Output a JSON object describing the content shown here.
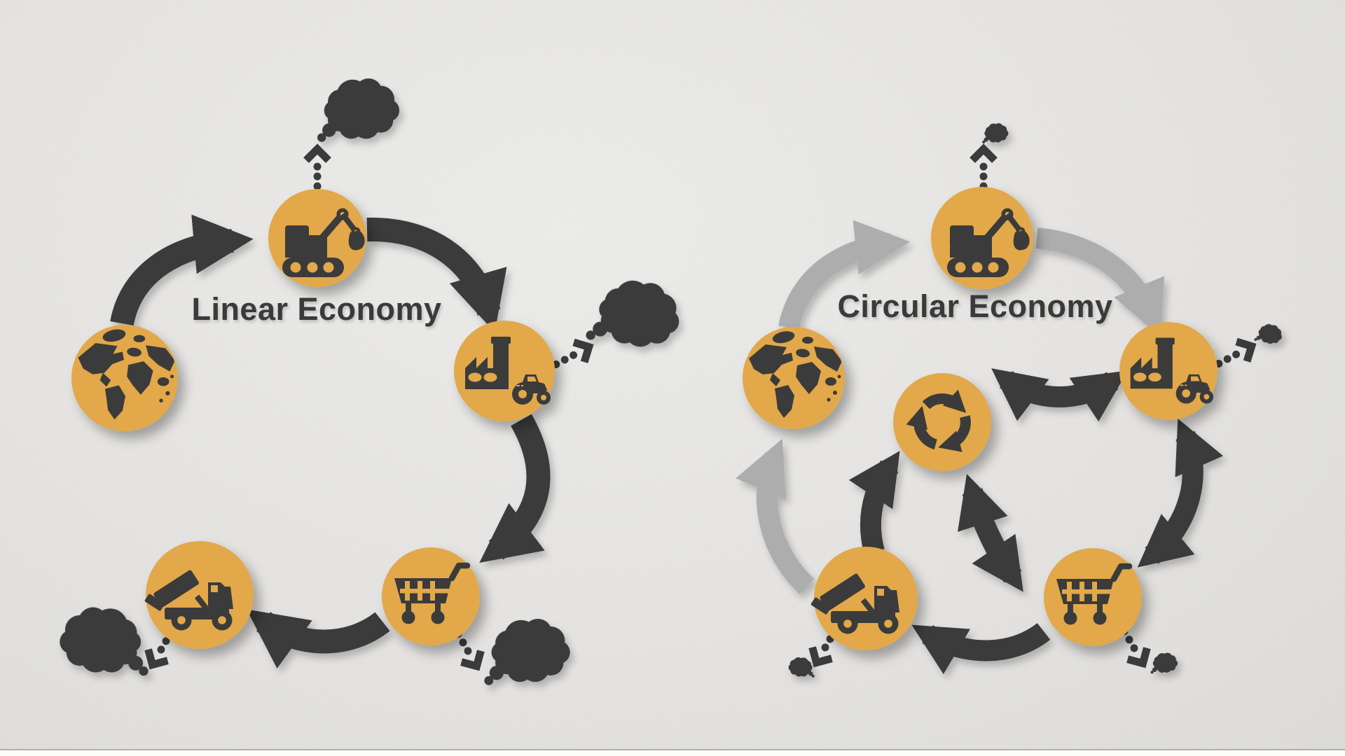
{
  "colors": {
    "background": "#f1f0ee",
    "node_fill": "#e2a848",
    "icon_dark": "#3b3b3b",
    "arrow_dark": "#3b3b3b",
    "arrow_light": "#adadad",
    "title": "#3a3a3a",
    "edge_line": "#b0b0b0"
  },
  "linear": {
    "title": "Linear Economy",
    "stages": [
      {
        "icon": "earth-icon"
      },
      {
        "icon": "excavator-icon"
      },
      {
        "icon": "factory-icon"
      },
      {
        "icon": "shopping-cart-icon"
      },
      {
        "icon": "dump-truck-icon"
      }
    ],
    "emissions": "large"
  },
  "circular": {
    "title": "Circular Economy",
    "stages": [
      {
        "icon": "earth-icon"
      },
      {
        "icon": "excavator-icon"
      },
      {
        "icon": "factory-icon"
      },
      {
        "icon": "shopping-cart-icon"
      },
      {
        "icon": "dump-truck-icon"
      },
      {
        "icon": "recycle-icon"
      }
    ],
    "emissions": "small"
  }
}
